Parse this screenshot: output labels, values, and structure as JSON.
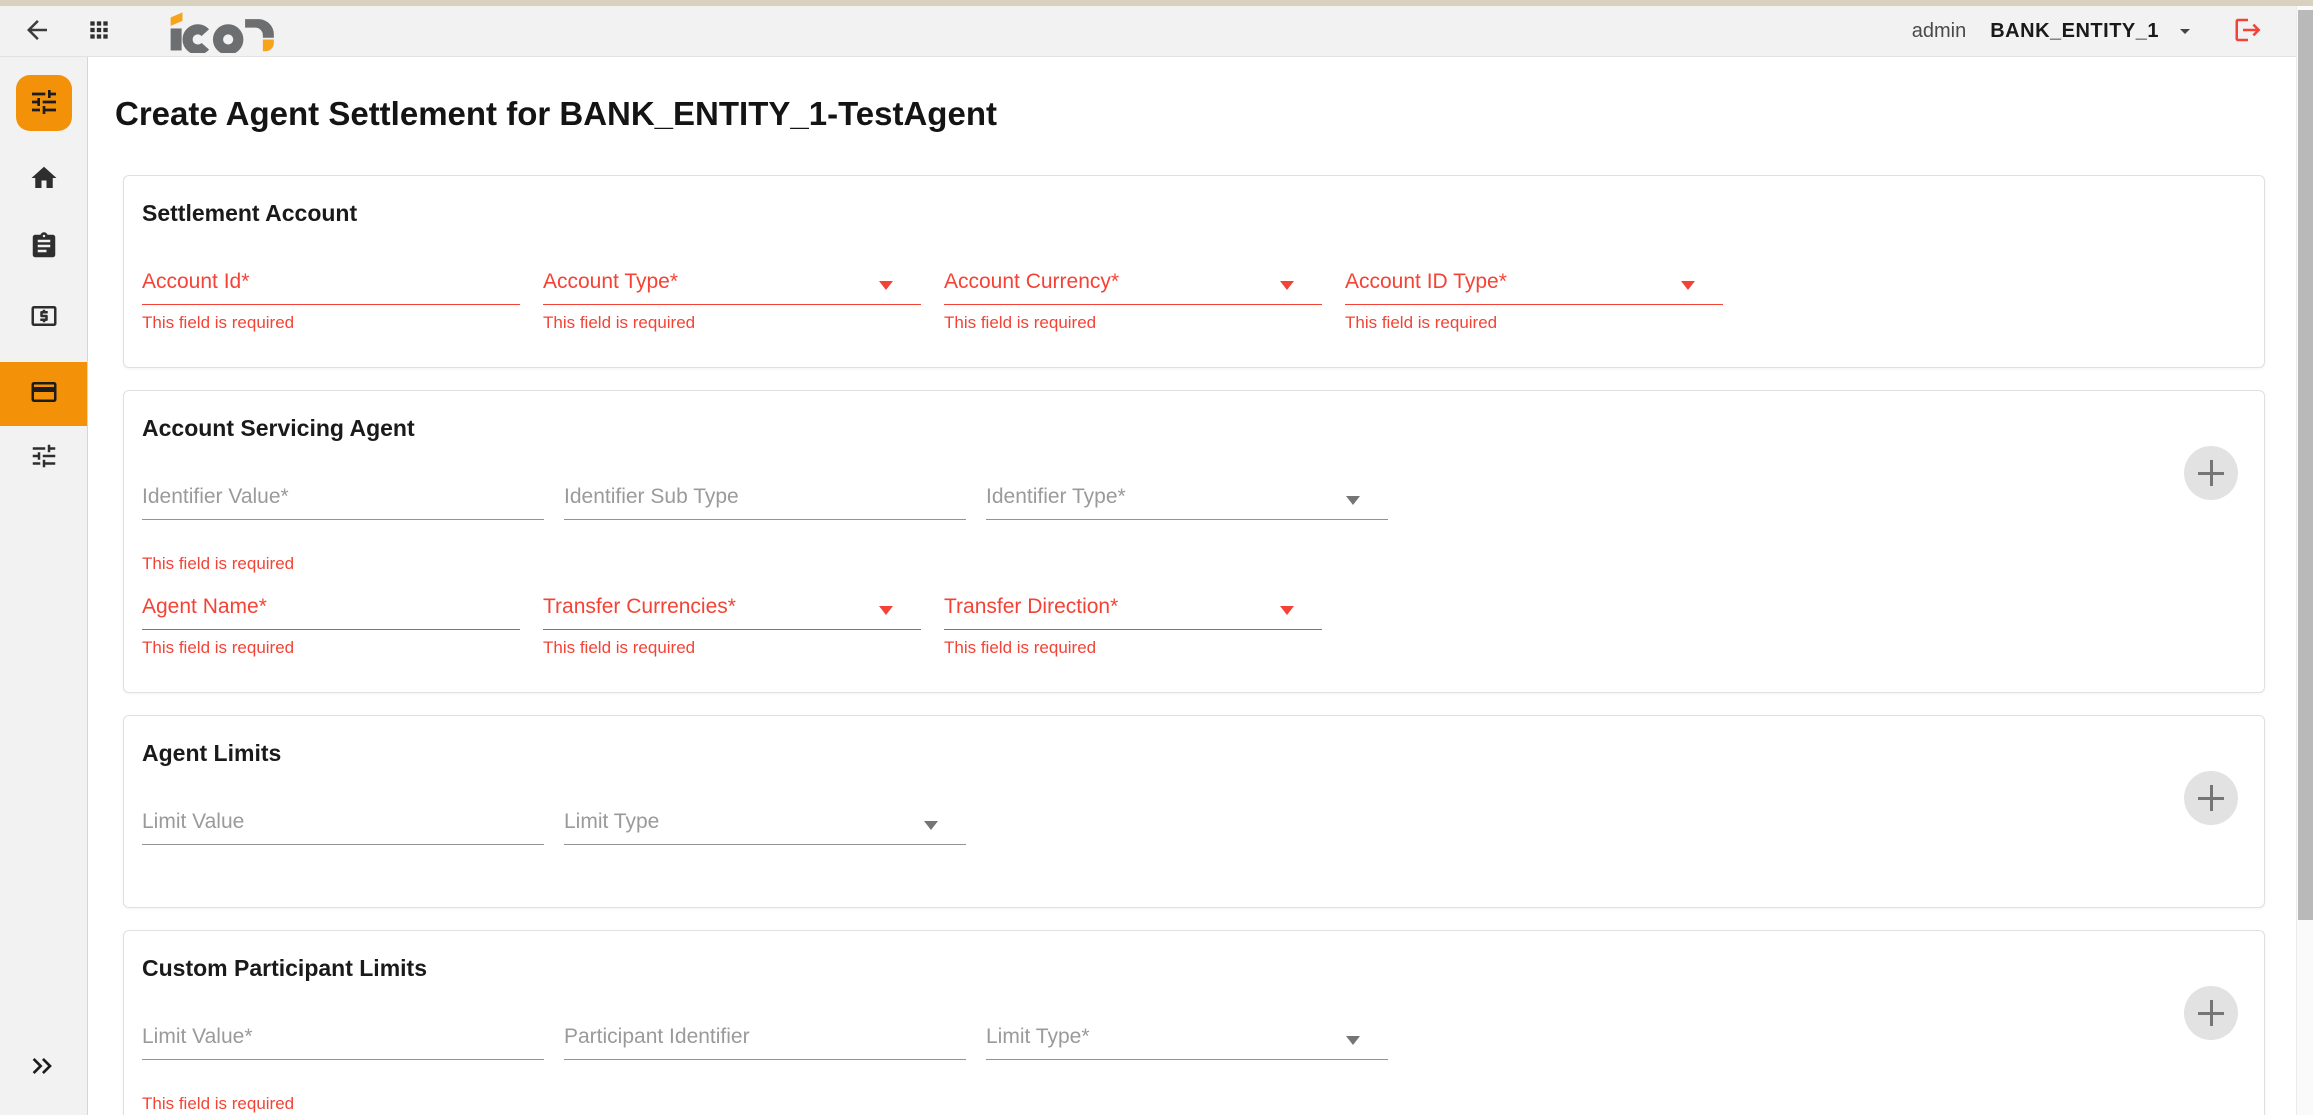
{
  "topbar": {
    "user_role": "admin",
    "entity": "BANK_ENTITY_1",
    "logo_name": "icon"
  },
  "page_title": "Create Agent Settlement for BANK_ENTITY_1-TestAgent",
  "colors": {
    "accent_orange": "#F39208",
    "logo_orange": "#F7A41D",
    "logo_gray": "#6D6E70",
    "error_red": "#F44336"
  },
  "sidebar": {
    "items": [
      {
        "icon": "tune-icon",
        "variant": "fab",
        "active": false
      },
      {
        "icon": "home-icon",
        "active": false
      },
      {
        "icon": "assignment-icon",
        "active": false
      },
      {
        "icon": "cash-icon",
        "active": false
      },
      {
        "icon": "credit-card-icon",
        "active": true
      },
      {
        "icon": "tune-icon",
        "active": false
      }
    ],
    "collapse_icon": "double-chevron-right-icon"
  },
  "cards": [
    {
      "title": "Settlement Account",
      "add_button": false,
      "rows": [
        {
          "cols": 4,
          "fields": [
            {
              "label": "Account Id*",
              "kind": "text",
              "state": "error",
              "caption": "This field is required"
            },
            {
              "label": "Account Type*",
              "kind": "select",
              "state": "error",
              "caption": "This field is required"
            },
            {
              "label": "Account Currency*",
              "kind": "select",
              "state": "error",
              "caption": "This field is required"
            },
            {
              "label": "Account ID Type*",
              "kind": "select",
              "state": "error",
              "caption": "This field is required"
            }
          ]
        }
      ]
    },
    {
      "title": "Account Servicing Agent",
      "add_button": true,
      "rows": [
        {
          "cols": 3,
          "fields": [
            {
              "label": "Identifier Value*",
              "kind": "text",
              "state": "normal",
              "caption": "This field is required",
              "caption_gap": true
            },
            {
              "label": "Identifier Sub Type",
              "kind": "text",
              "state": "normal"
            },
            {
              "label": "Identifier Type*",
              "kind": "select",
              "state": "normal"
            }
          ]
        },
        {
          "cols": 4,
          "fields": [
            {
              "label": "Agent Name*",
              "kind": "text",
              "state": "error",
              "caption": "This field is required"
            },
            {
              "label": "Transfer Currencies*",
              "kind": "select",
              "state": "error",
              "caption": "This field is required"
            },
            {
              "label": "Transfer Direction*",
              "kind": "select",
              "state": "error",
              "caption": "This field is required"
            }
          ]
        }
      ]
    },
    {
      "title": "Agent Limits",
      "add_button": true,
      "rows": [
        {
          "cols": 3,
          "fields": [
            {
              "label": "Limit Value",
              "kind": "text",
              "state": "normal"
            },
            {
              "label": "Limit Type",
              "kind": "select",
              "state": "normal"
            }
          ]
        }
      ]
    },
    {
      "title": "Custom Participant Limits",
      "add_button": true,
      "rows": [
        {
          "cols": 3,
          "fields": [
            {
              "label": "Limit Value*",
              "kind": "text",
              "state": "normal",
              "caption": "This field is required",
              "caption_gap": true
            },
            {
              "label": "Participant Identifier",
              "kind": "text",
              "state": "normal"
            },
            {
              "label": "Limit Type*",
              "kind": "select",
              "state": "normal"
            }
          ]
        }
      ]
    }
  ]
}
